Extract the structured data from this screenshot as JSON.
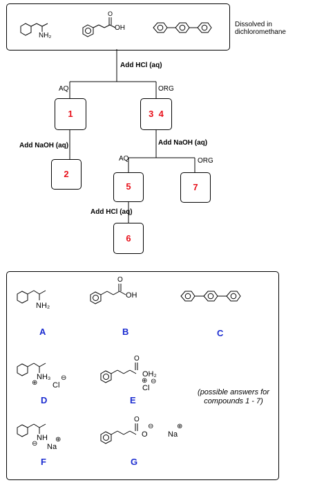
{
  "top": {
    "dissolved_line1": "Dissolved in",
    "dissolved_line2": "dichloromethane",
    "mol_a_label": "NH₂",
    "mol_b_label_o": "O",
    "mol_b_label_oh": "OH"
  },
  "flow": {
    "step1": "Add HCl (aq)",
    "aq1": "AQ",
    "org1": "ORG",
    "step2": "Add NaOH (aq)",
    "step3": "Add NaOH (aq)",
    "aq2": "AQ",
    "org2": "ORG",
    "step4": "Add HCl (aq)",
    "boxes": [
      "1",
      "3  4",
      "2",
      "5",
      "7",
      "6"
    ]
  },
  "answers": {
    "letters": [
      "A",
      "B",
      "C",
      "D",
      "E",
      "F",
      "G"
    ],
    "a_nh2": "NH₂",
    "b_o": "O",
    "b_oh": "OH",
    "d_nh3": "NH₃",
    "d_plus": "⊕",
    "d_cl": "Cl",
    "d_minus": "⊖",
    "e_o": "O",
    "e_oh2": "OH₂",
    "e_plus": "⊕",
    "e_cl": "Cl",
    "e_minus": "⊖",
    "f_nh": "NH",
    "f_minus": "⊖",
    "f_na": "Na",
    "f_plus": "⊕",
    "g_o": "O",
    "g_o2": "O",
    "g_minus": "⊖",
    "g_na": "Na",
    "g_plus": "⊕",
    "hint_line1": "(possible answers for",
    "hint_line2": "compounds 1 - 7)"
  }
}
